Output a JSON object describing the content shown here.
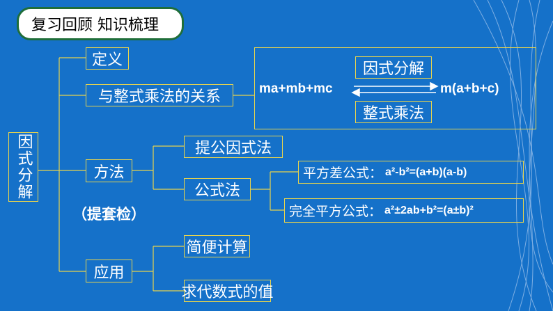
{
  "title": "复习回顾 知识梳理",
  "root": "因式分解",
  "branches": {
    "definition": "定义",
    "relation": "与整式乘法的关系",
    "method": "方法",
    "method_note": "（提套检）",
    "application": "应用"
  },
  "relation_detail": {
    "left_expr": "ma+mb+mc",
    "right_expr": "m(a+b+c)",
    "forward": "因式分解",
    "backward": "整式乘法"
  },
  "methods": {
    "common_factor": "提公因式法",
    "formula": "公式法",
    "diff_squares_label": "平方差公式：",
    "diff_squares_expr": "a²-b²=(a+b)(a-b)",
    "perfect_square_label": "完全平方公式：",
    "perfect_square_expr": "a²±2ab+b²=(a±b)²"
  },
  "applications": {
    "simplify": "简便计算",
    "evaluate": "求代数式的值"
  }
}
